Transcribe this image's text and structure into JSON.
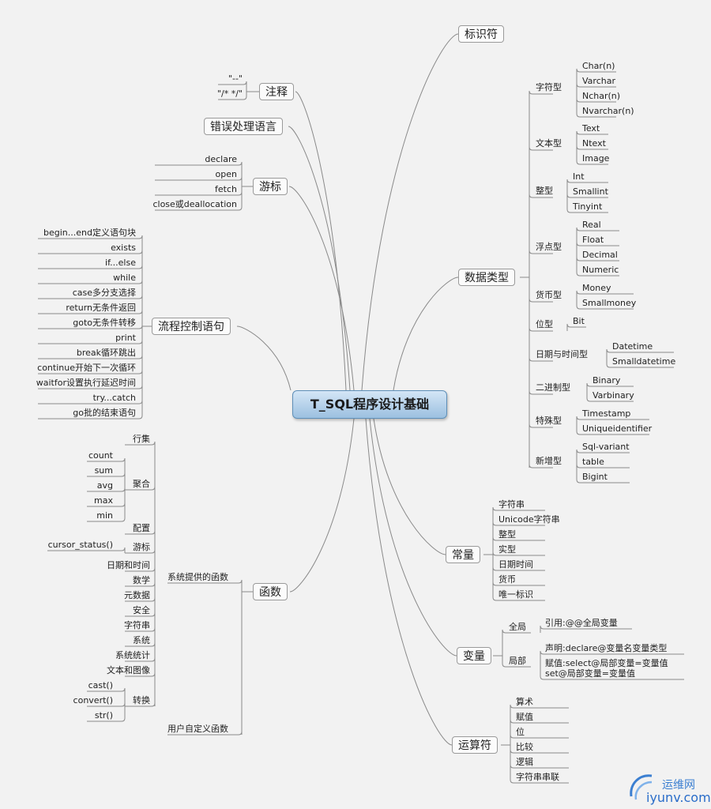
{
  "center": "T_SQL程序设计基础",
  "topics": {
    "identifier": "标识符",
    "datatypes": "数据类型",
    "constants": "常量",
    "variables": "变量",
    "operators": "运算符",
    "comments": "注释",
    "error": "错误处理语言",
    "cursor": "游标",
    "flow": "流程控制语句",
    "functions": "函数"
  },
  "datatypes": {
    "char": "字符型",
    "char_items": [
      "Char(n)",
      "Varchar",
      "Nchar(n)",
      "Nvarchar(n)"
    ],
    "text": "文本型",
    "text_items": [
      "Text",
      "Ntext",
      "Image"
    ],
    "int": "整型",
    "int_items": [
      "Int",
      "Smallint",
      "Tinyint"
    ],
    "float": "浮点型",
    "float_items": [
      "Real",
      "Float",
      "Decimal",
      "Numeric"
    ],
    "money": "货币型",
    "money_items": [
      "Money",
      "Smallmoney"
    ],
    "bit": "位型",
    "bit_items": [
      "Bit"
    ],
    "datetime": "日期与时间型",
    "datetime_items": [
      "Datetime",
      "Smalldatetime"
    ],
    "binary": "二进制型",
    "binary_items": [
      "Binary",
      "Varbinary"
    ],
    "special": "特殊型",
    "special_items": [
      "Timestamp",
      "Uniqueidentifier"
    ],
    "new": "新增型",
    "new_items": [
      "Sql-variant",
      "table",
      "Bigint"
    ]
  },
  "constants": [
    "字符串",
    "Unicode字符串",
    "整型",
    "实型",
    "日期时间",
    "货币",
    "唯一标识"
  ],
  "variables": {
    "global": "全局",
    "global_item": "引用:@@全局变量",
    "local": "局部",
    "local_decl": "声明:declare@变量名变量类型",
    "local_assign1": "赋值:select@局部变量=变量值",
    "local_assign2": "set@局部变量=变量值"
  },
  "operators": [
    "算术",
    "赋值",
    "位",
    "比较",
    "逻辑",
    "字符串串联"
  ],
  "comments": [
    "\"--\"",
    "\"/*  */\""
  ],
  "cursor": [
    "declare",
    "open",
    "fetch",
    "close或deallocation"
  ],
  "flow": [
    "begin...end定义语句块",
    "exists",
    "if...else",
    "while",
    "case多分支选择",
    "return无条件返回",
    "goto无条件转移",
    "print",
    "break循环跳出",
    "continue开始下一次循环",
    "waitfor设置执行延迟时间",
    "try...catch",
    "go批的结束语句"
  ],
  "functions": {
    "system": "系统提供的函数",
    "user": "用户自定义函数",
    "rowset": "行集",
    "aggregate": "聚合",
    "aggregate_items": [
      "count",
      "sum",
      "avg",
      "max",
      "min"
    ],
    "config": "配置",
    "cursor": "游标",
    "cursor_items": [
      "cursor_status()"
    ],
    "datetime": "日期和时间",
    "math": "数学",
    "metadata": "元数据",
    "security": "安全",
    "string": "字符串",
    "system_fn": "系统",
    "stats": "系统统计",
    "textimage": "文本和图像",
    "convert": "转换",
    "convert_items": [
      "cast()",
      "convert()",
      "str()"
    ]
  },
  "watermark": {
    "cn": "运维网",
    "url": "iyunv.com"
  }
}
